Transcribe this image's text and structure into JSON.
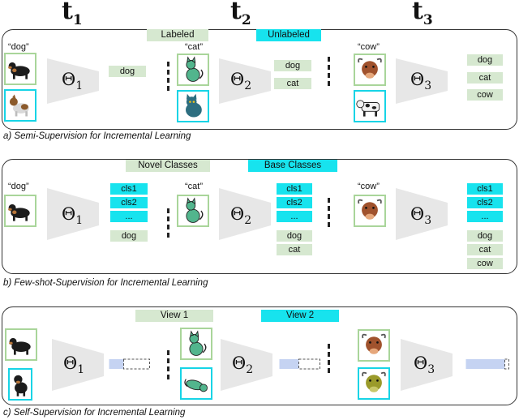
{
  "headers": {
    "t1": {
      "base": "t",
      "sub": "1"
    },
    "t2": {
      "base": "t",
      "sub": "2"
    },
    "t3": {
      "base": "t",
      "sub": "3"
    }
  },
  "theta": {
    "symbol": "Θ",
    "sub1": "1",
    "sub2": "2",
    "sub3": "3"
  },
  "panel_a": {
    "caption": "a) Semi-Supervision for Incremental Learning",
    "legend_labeled": "Labeled",
    "legend_unlabeled": "Unlabeled",
    "quote_dog": "“dog”",
    "quote_cat": "“cat”",
    "quote_cow": "“cow”",
    "out1": [
      "dog"
    ],
    "out2": [
      "dog",
      "cat"
    ],
    "out3": [
      "dog",
      "cat",
      "cow"
    ]
  },
  "panel_b": {
    "caption": "b) Few-shot-Supervision for Incremental Learning",
    "legend_novel": "Novel Classes",
    "legend_base": "Base Classes",
    "quote_dog": "“dog”",
    "quote_cat": "“cat”",
    "quote_cow": "“cow”",
    "base_cls": [
      "cls1",
      "cls2",
      "..."
    ],
    "out1": [
      "dog"
    ],
    "out2": [
      "dog",
      "cat"
    ],
    "out3": [
      "dog",
      "cat",
      "cow"
    ]
  },
  "panel_c": {
    "caption": "c) Self-Supervision for Incremental Learning",
    "legend_view1": "View 1",
    "legend_view2": "View 2"
  },
  "colors": {
    "labeled": "#d6e8d0",
    "unlabeled": "#17e3ee",
    "embedding": "#c5d3f2"
  }
}
